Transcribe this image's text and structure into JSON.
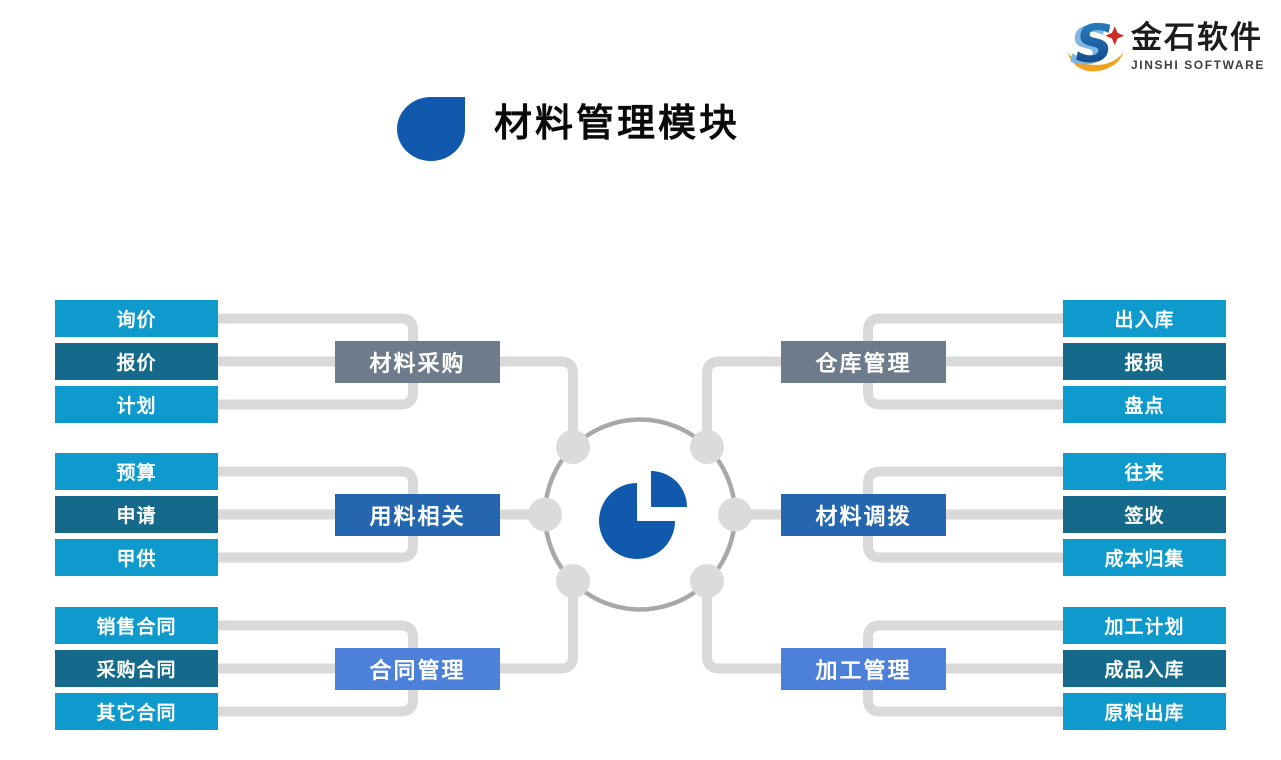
{
  "logo": {
    "company_cn": "金石软件",
    "company_en": "JINSHI SOFTWARE"
  },
  "title": {
    "text": "材料管理模块"
  },
  "colors": {
    "accent-blue": "#1159AC",
    "item-light-blue": "#0F9ACE",
    "item-dark-teal": "#156A8C",
    "category-gray": "#6D7B8A",
    "category-blue": "#2566B1",
    "category-bright-blue": "#4D80D8",
    "connector-gray": "#D9D9D9",
    "node-gray": "#DBDBDB",
    "ring-gray": "#A8A8A8",
    "logo-orange": "#F2A31B",
    "logo-red": "#CE2B28",
    "logo-blue": "#2E86C9",
    "logo-blue-dark": "#0B3E7F"
  },
  "diagram": {
    "center_icon": "pie-chart",
    "left_groups": [
      {
        "category": "材料采购",
        "color": "gray",
        "items": [
          "询价",
          "报价",
          "计划"
        ]
      },
      {
        "category": "用料相关",
        "color": "blue",
        "items": [
          "预算",
          "申请",
          "甲供"
        ]
      },
      {
        "category": "合同管理",
        "color": "bright",
        "items": [
          "销售合同",
          "采购合同",
          "其它合同"
        ]
      }
    ],
    "right_groups": [
      {
        "category": "仓库管理",
        "color": "gray",
        "items": [
          "出入库",
          "报损",
          "盘点"
        ]
      },
      {
        "category": "材料调拨",
        "color": "blue",
        "items": [
          "往来",
          "签收",
          "成本归集"
        ]
      },
      {
        "category": "加工管理",
        "color": "bright",
        "items": [
          "加工计划",
          "成品入库",
          "原料出库"
        ]
      }
    ]
  }
}
